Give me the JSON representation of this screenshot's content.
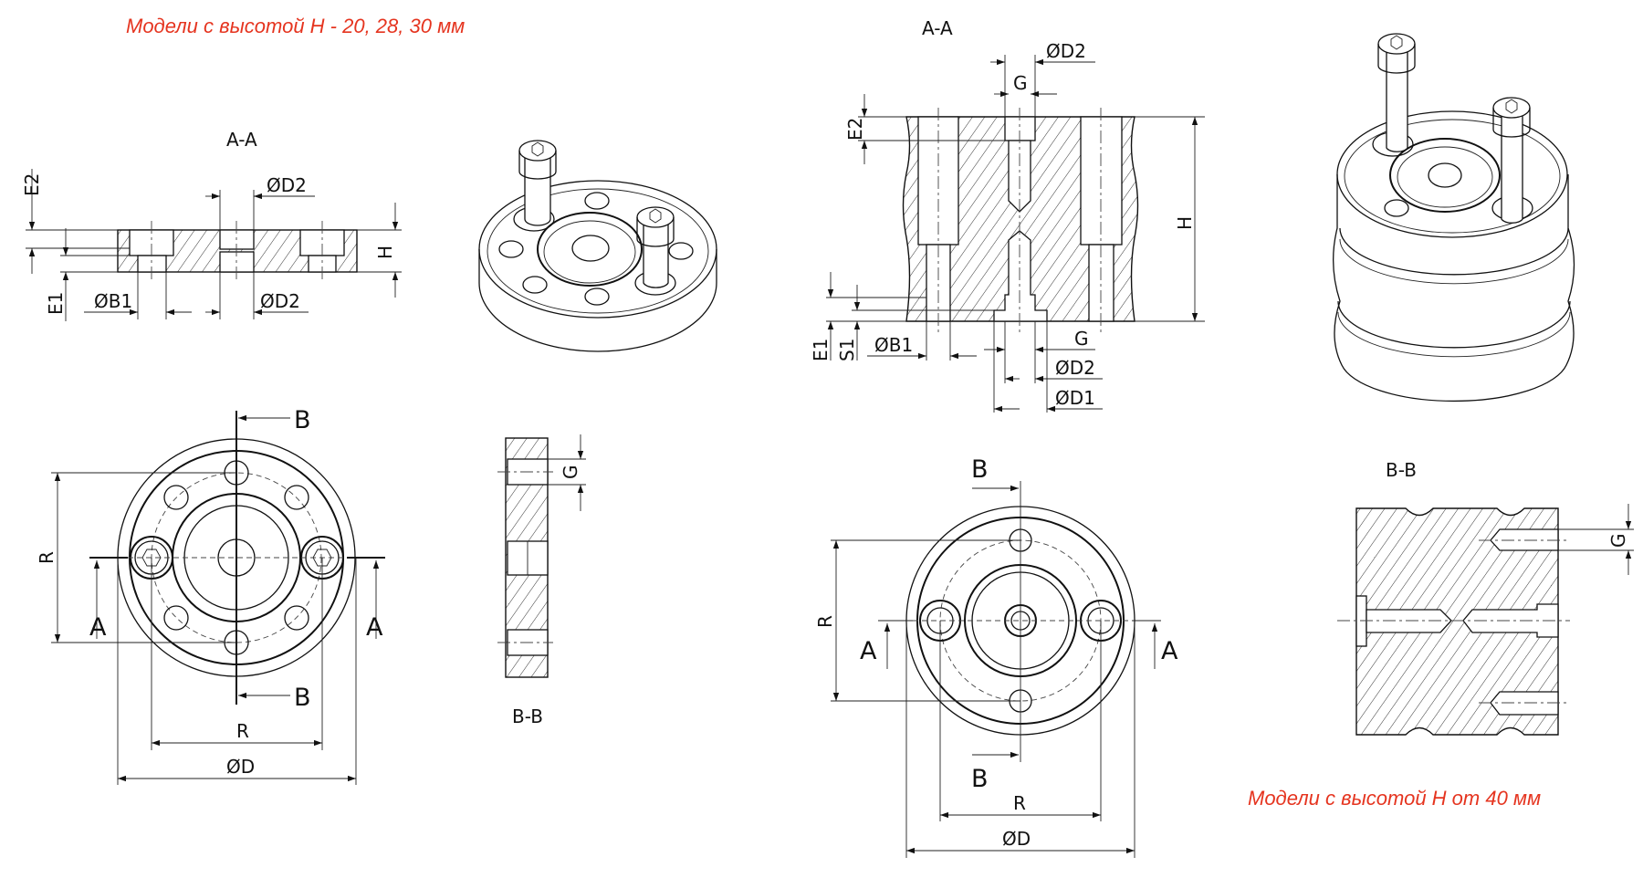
{
  "colors": {
    "note": "#e5341f",
    "line": "#111111",
    "background": "#ffffff"
  },
  "notes": {
    "small_models": "Модели с высотой H - 20, 28, 30 мм",
    "large_models": "Модели с высотой H от 40 мм"
  },
  "left": {
    "section_aa": {
      "title": "A-A",
      "e2": "E2",
      "d2_top": "ØD2",
      "h": "H",
      "e1": "E1",
      "b1": "ØB1",
      "d2_bottom": "ØD2"
    },
    "plan": {
      "b_top": "B",
      "b_bottom": "B",
      "a_left": "A",
      "a_right": "A",
      "r_vertical": "R",
      "r_horizontal": "R",
      "d": "ØD"
    },
    "section_bb": {
      "title": "B-B",
      "g": "G"
    }
  },
  "right": {
    "section_aa": {
      "title": "A-A",
      "d2_top": "ØD2",
      "g_top": "G",
      "e2": "E2",
      "h": "H",
      "e1": "E1",
      "s1": "S1",
      "b1": "ØB1",
      "g_bottom": "G",
      "d2_bottom": "ØD2",
      "d1": "ØD1"
    },
    "plan": {
      "b_top": "B",
      "b_bottom": "B",
      "a_left": "A",
      "a_right": "A",
      "r_vertical": "R",
      "r_horizontal": "R",
      "d": "ØD"
    },
    "section_bb": {
      "title": "B-B",
      "g": "G"
    }
  }
}
